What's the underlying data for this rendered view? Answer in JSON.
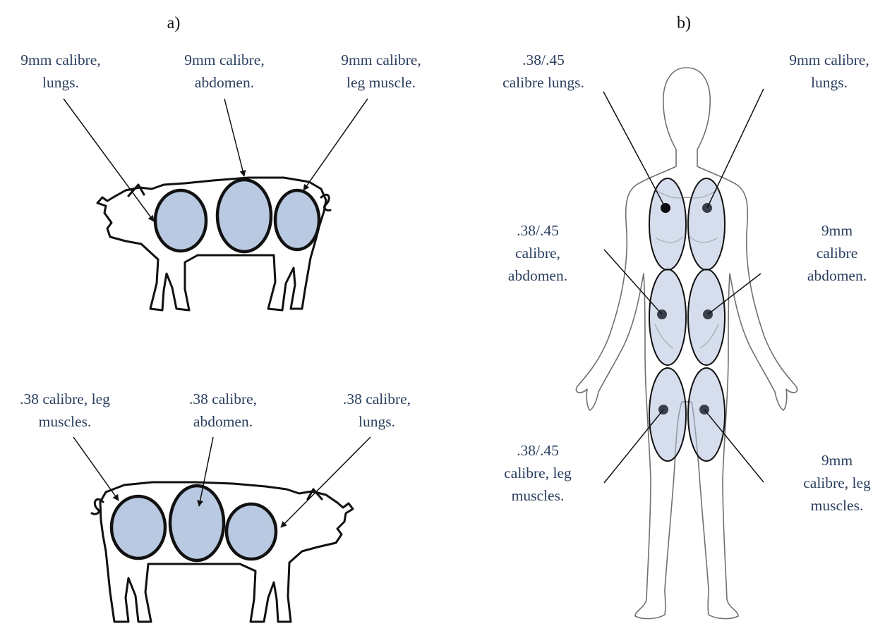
{
  "panel_a": {
    "label": "a)",
    "pig_top": {
      "labels": [
        {
          "line1": "9mm calibre,",
          "line2": "lungs."
        },
        {
          "line1": "9mm calibre,",
          "line2": "abdomen."
        },
        {
          "line1": "9mm calibre,",
          "line2": "leg muscle."
        }
      ]
    },
    "pig_bottom": {
      "labels": [
        {
          "line1": ".38 calibre, leg",
          "line2": "muscles."
        },
        {
          "line1": ".38 calibre,",
          "line2": "abdomen."
        },
        {
          "line1": ".38 calibre,",
          "line2": "lungs."
        }
      ]
    }
  },
  "panel_b": {
    "label": "b)",
    "labels": {
      "left_lungs": {
        "line1": ".38/.45",
        "line2": "calibre lungs."
      },
      "right_lungs": {
        "line1": "9mm calibre,",
        "line2": "lungs."
      },
      "left_abdomen": {
        "line1": ".38/.45",
        "line2": "calibre,",
        "line3": "abdomen."
      },
      "right_abdomen": {
        "line1": "9mm",
        "line2": "calibre",
        "line3": "abdomen."
      },
      "left_leg": {
        "line1": ".38/.45",
        "line2": "calibre, leg",
        "line3": "muscles."
      },
      "right_leg": {
        "line1": "9mm",
        "line2": "calibre, leg",
        "line3": "muscles."
      }
    }
  },
  "colors": {
    "label_text": "#2a3f5f",
    "pig_target_fill": "#b8c9e1",
    "human_target_fill": "#b4c2de"
  }
}
